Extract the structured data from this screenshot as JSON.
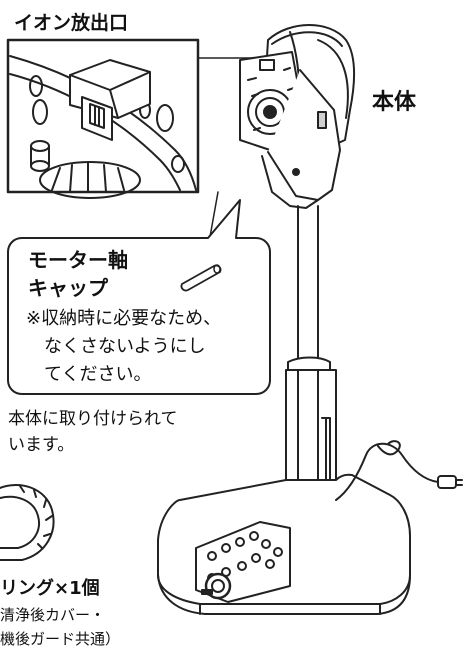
{
  "labels": {
    "ion_outlet": "イオン放出口",
    "main_body": "本体",
    "callout_title_1": "モーター軸",
    "callout_title_2": "キャップ",
    "callout_note_1": "※収納時に必要なため、",
    "callout_note_2": "なくさないようにし",
    "callout_note_3": "てください。",
    "attached_1": "本体に取り付けられて",
    "attached_2": "います。",
    "ring_title": "リング×1個",
    "ring_note_1": "清浄後カバー・",
    "ring_note_2": "機後ガード共通）"
  },
  "colors": {
    "line": "#222222",
    "fill": "#ffffff",
    "shade": "#cfcfcf"
  }
}
